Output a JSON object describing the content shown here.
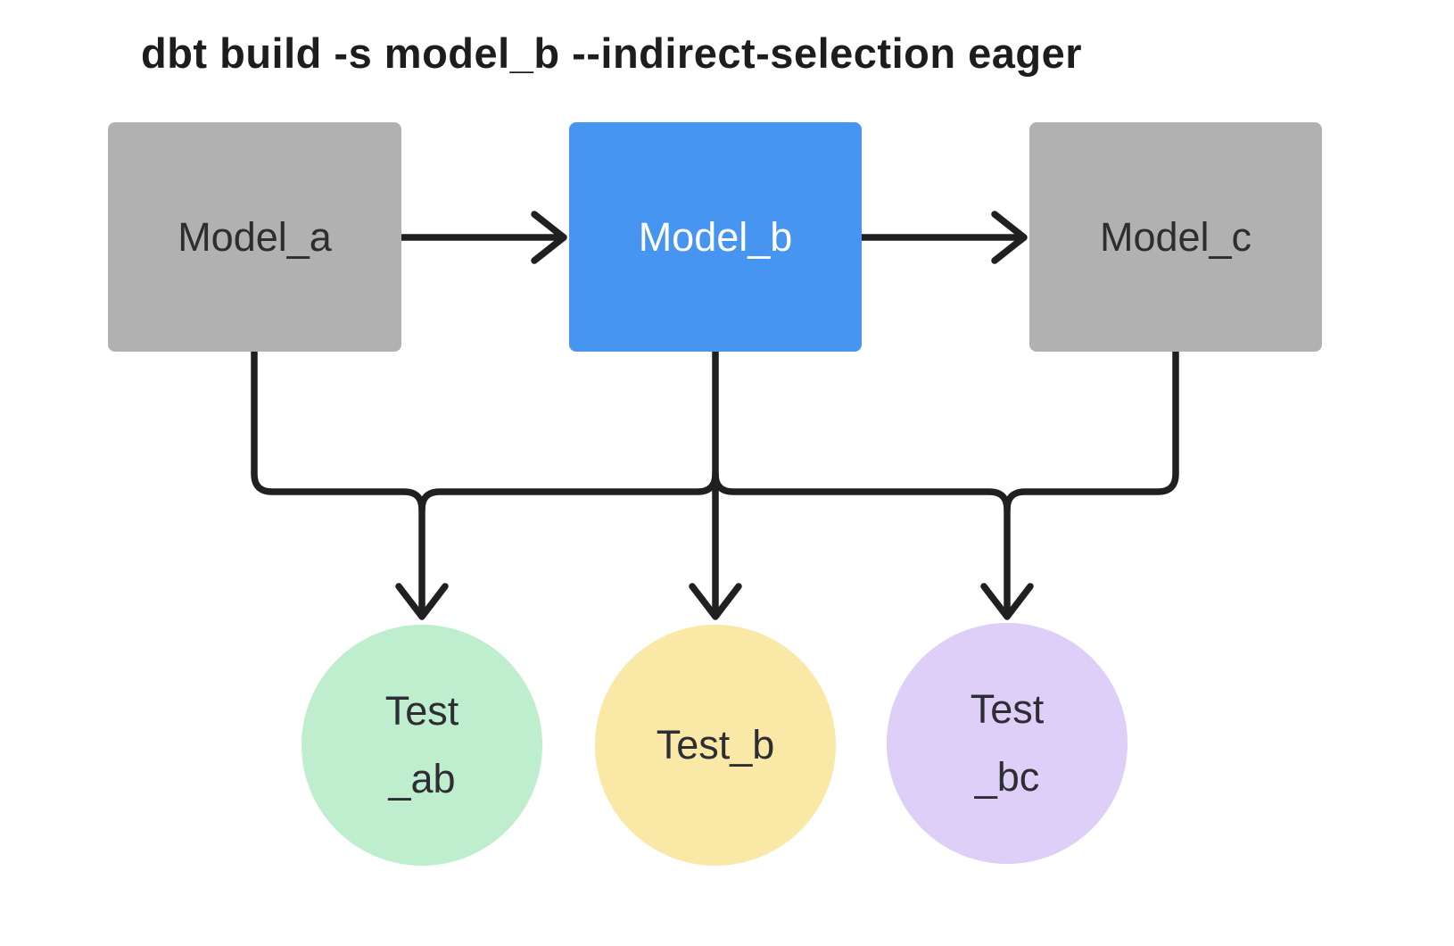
{
  "title": "dbt build -s model_b --indirect-selection eager",
  "colors": {
    "background": "#ffffff",
    "title_text": "#1d1d1f",
    "edge": "#202022",
    "model_default_bg": "#b1b1b1",
    "model_default_text": "#2e2e30",
    "model_selected_bg": "#4695f1",
    "model_selected_text": "#ffffff",
    "test_ab_bg": "#beeecd",
    "test_b_bg": "#f9e8a6",
    "test_bc_bg": "#ddcff7",
    "test_text": "#2d2d33"
  },
  "nodes": {
    "model_a": {
      "label": "Model_a",
      "type": "model",
      "selected": false
    },
    "model_b": {
      "label": "Model_b",
      "type": "model",
      "selected": true
    },
    "model_c": {
      "label": "Model_c",
      "type": "model",
      "selected": false
    },
    "test_ab": {
      "type": "test",
      "lines": [
        "Test",
        "_ab"
      ]
    },
    "test_b": {
      "type": "test",
      "lines": [
        "Test_b"
      ]
    },
    "test_bc": {
      "type": "test",
      "lines": [
        "Test",
        "_bc"
      ]
    }
  },
  "edges": [
    {
      "from": "model_a",
      "to": "model_b"
    },
    {
      "from": "model_b",
      "to": "model_c"
    },
    {
      "from": "model_a",
      "to": "test_ab"
    },
    {
      "from": "model_b",
      "to": "test_ab"
    },
    {
      "from": "model_b",
      "to": "test_b"
    },
    {
      "from": "model_b",
      "to": "test_bc"
    },
    {
      "from": "model_c",
      "to": "test_bc"
    }
  ]
}
